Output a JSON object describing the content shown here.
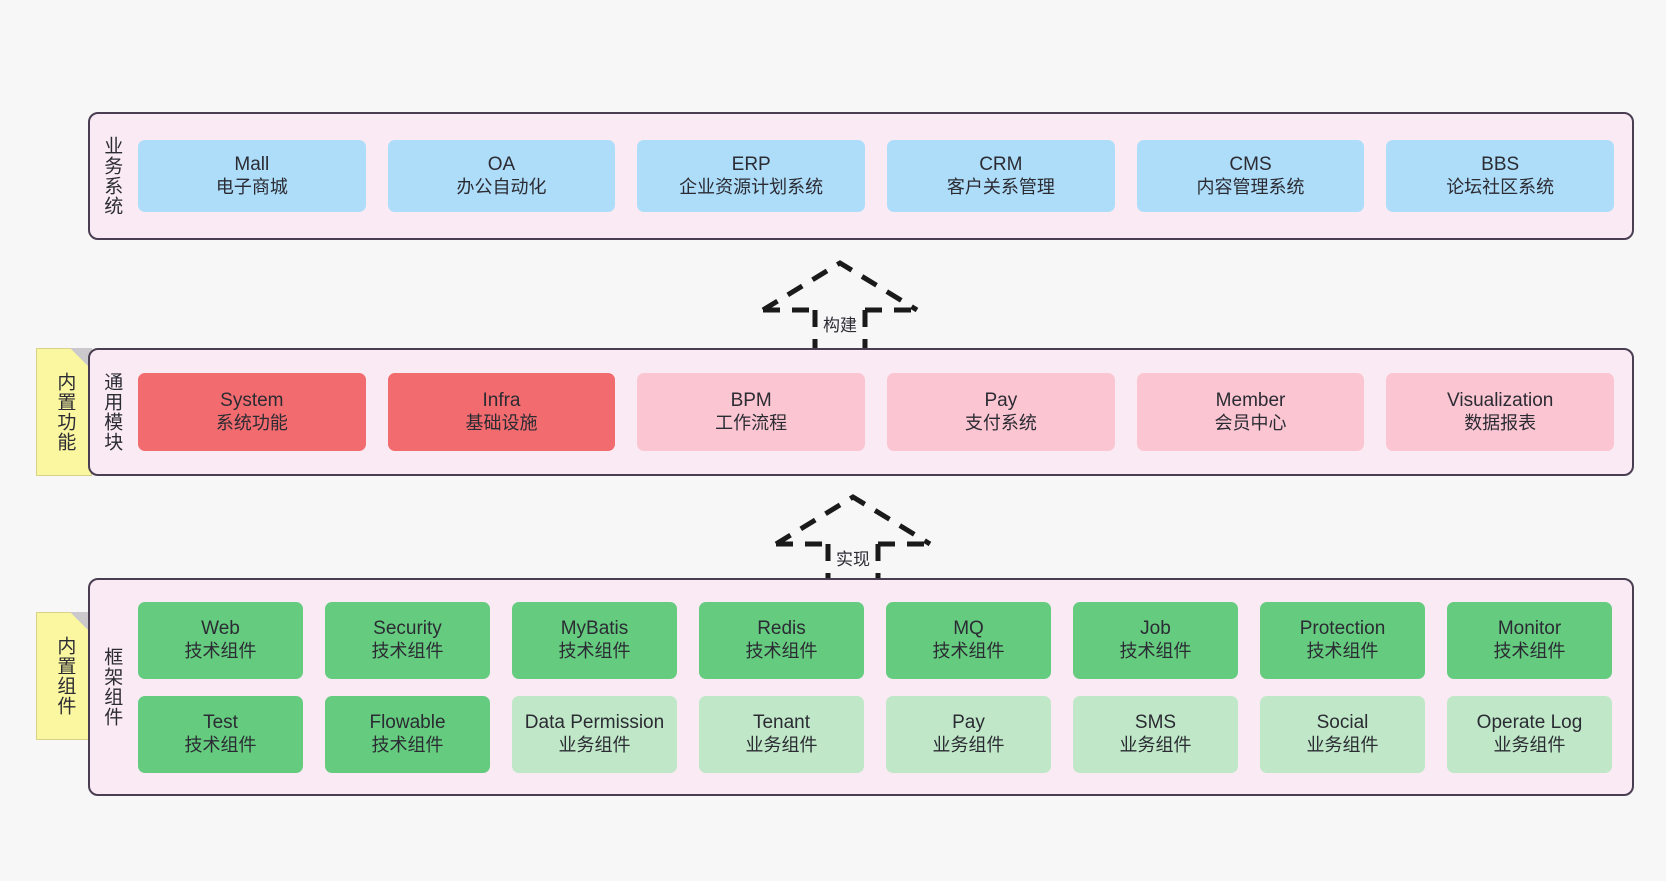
{
  "canvas": {
    "background": "#f7f7f7"
  },
  "palette": {
    "layer_bg": "#faeaf4",
    "layer_border": "#4a3f52",
    "blue": "#aeddf9",
    "red": "#f26b6e",
    "pink": "#fbc6d2",
    "green": "#65cc7f",
    "light_green": "#c0e8c8",
    "sticky_yellow": "#fbf7a0",
    "text": "#2b2b33"
  },
  "layers": [
    {
      "id": "business",
      "title": "业务系统",
      "sticky": null,
      "rows": [
        {
          "cells": [
            {
              "title": "Mall",
              "subtitle": "电子商城",
              "color": "#aeddf9"
            },
            {
              "title": "OA",
              "subtitle": "办公自动化",
              "color": "#aeddf9"
            },
            {
              "title": "ERP",
              "subtitle": "企业资源计划系统",
              "color": "#aeddf9"
            },
            {
              "title": "CRM",
              "subtitle": "客户关系管理",
              "color": "#aeddf9"
            },
            {
              "title": "CMS",
              "subtitle": "内容管理系统",
              "color": "#aeddf9"
            },
            {
              "title": "BBS",
              "subtitle": "论坛社区系统",
              "color": "#aeddf9"
            }
          ]
        }
      ]
    },
    {
      "id": "common",
      "title": "通用模块",
      "sticky": "内置功能",
      "rows": [
        {
          "cells": [
            {
              "title": "System",
              "subtitle": "系统功能",
              "color": "#f26b6e"
            },
            {
              "title": "Infra",
              "subtitle": "基础设施",
              "color": "#f26b6e"
            },
            {
              "title": "BPM",
              "subtitle": "工作流程",
              "color": "#fbc6d2"
            },
            {
              "title": "Pay",
              "subtitle": "支付系统",
              "color": "#fbc6d2"
            },
            {
              "title": "Member",
              "subtitle": "会员中心",
              "color": "#fbc6d2"
            },
            {
              "title": "Visualization",
              "subtitle": "数据报表",
              "color": "#fbc6d2"
            }
          ]
        }
      ]
    },
    {
      "id": "framework",
      "title": "框架组件",
      "sticky": "内置组件",
      "rows": [
        {
          "cells": [
            {
              "title": "Web",
              "subtitle": "技术组件",
              "color": "#65cc7f"
            },
            {
              "title": "Security",
              "subtitle": "技术组件",
              "color": "#65cc7f"
            },
            {
              "title": "MyBatis",
              "subtitle": "技术组件",
              "color": "#65cc7f"
            },
            {
              "title": "Redis",
              "subtitle": "技术组件",
              "color": "#65cc7f"
            },
            {
              "title": "MQ",
              "subtitle": "技术组件",
              "color": "#65cc7f"
            },
            {
              "title": "Job",
              "subtitle": "技术组件",
              "color": "#65cc7f"
            },
            {
              "title": "Protection",
              "subtitle": "技术组件",
              "color": "#65cc7f"
            },
            {
              "title": "Monitor",
              "subtitle": "技术组件",
              "color": "#65cc7f"
            }
          ]
        },
        {
          "cells": [
            {
              "title": "Test",
              "subtitle": "技术组件",
              "color": "#65cc7f"
            },
            {
              "title": "Flowable",
              "subtitle": "技术组件",
              "color": "#65cc7f"
            },
            {
              "title": "Data Permission",
              "subtitle": "业务组件",
              "color": "#c0e8c8"
            },
            {
              "title": "Tenant",
              "subtitle": "业务组件",
              "color": "#c0e8c8"
            },
            {
              "title": "Pay",
              "subtitle": "业务组件",
              "color": "#c0e8c8"
            },
            {
              "title": "SMS",
              "subtitle": "业务组件",
              "color": "#c0e8c8"
            },
            {
              "title": "Social",
              "subtitle": "业务组件",
              "color": "#c0e8c8"
            },
            {
              "title": "Operate Log",
              "subtitle": "业务组件",
              "color": "#c0e8c8"
            }
          ]
        }
      ]
    }
  ],
  "arrows": [
    {
      "id": "build",
      "label": "构建",
      "style": "dashed-hollow-up"
    },
    {
      "id": "realize",
      "label": "实现",
      "style": "dashed-hollow-up"
    }
  ]
}
